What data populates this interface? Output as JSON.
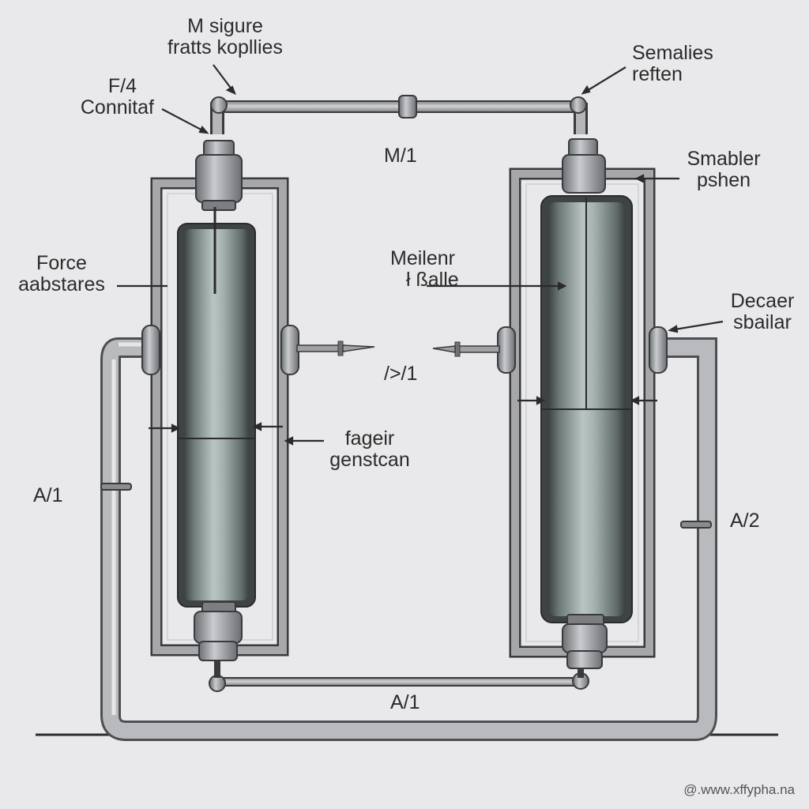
{
  "labels": {
    "top_center": [
      "M sigure",
      "fratts kopllies"
    ],
    "top_left": [
      "F/4",
      "Connitaf"
    ],
    "top_right": [
      "Semalies",
      "reften"
    ],
    "top_mid": "M/1",
    "right_upper": [
      "Smabler",
      "pshen"
    ],
    "left_mid": [
      "Force",
      "aabstares"
    ],
    "center": [
      "Meilenr",
      "ł ßalle"
    ],
    "right_mid": [
      "Decaer",
      "sbailar"
    ],
    "center_lower": "/>/1",
    "center_bottom_lbl": [
      "fageir",
      "genstcan"
    ],
    "left_low": "A/1",
    "right_low": "A/2",
    "bottom": "A/1"
  },
  "watermark": "@.www.xffypha.na",
  "colors": {
    "background": "#e9e9eb",
    "frame": "#8f8f93",
    "pipe": "#a6a6aa",
    "cylinder_dark": "#4a4f50",
    "cylinder_glass": "#9aa8a5",
    "line": "#2b2b2b"
  }
}
